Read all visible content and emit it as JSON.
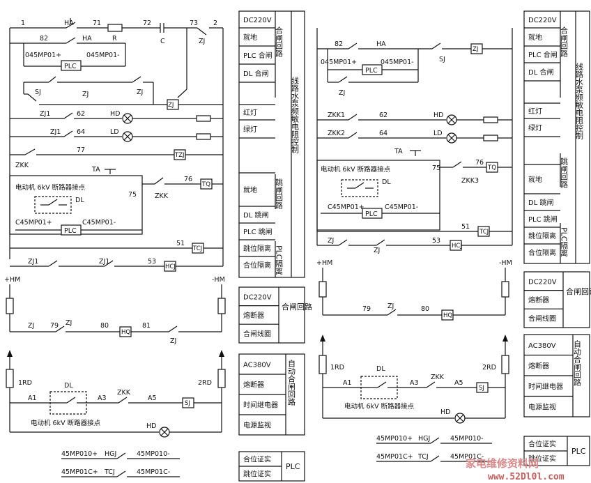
{
  "left": {
    "labels": {
      "n1": "1",
      "ha1": "HA",
      "n71": "71",
      "n72": "72",
      "n73": "73",
      "n2": "2",
      "n82": "82",
      "ha2": "HA",
      "r": "R",
      "c": "C",
      "zj_top": "ZJ",
      "plc_in_p": "045MP01+",
      "plc_in_m": "045MP01-",
      "plc": "PLC",
      "sj": "SJ",
      "zj_a": "ZJ",
      "zj_b": "ZJ",
      "zj_coil": "ZJ",
      "zj1_a": "ZJ1",
      "n62": "62",
      "hd": "HD",
      "zj1_b": "ZJ1",
      "n64": "64",
      "ld": "LD",
      "n77": "77",
      "zkk": "ZKK",
      "tzj": "TZJ",
      "ta": "TA",
      "motor": "电动机 6kV 断路器接点",
      "n75": "75",
      "n76": "76",
      "zkk2": "ZKK",
      "tq": "TQ",
      "dl": "DL",
      "c45p": "C45MP01+",
      "c45m": "C45MP01-",
      "plc2": "PLC",
      "n51": "51",
      "tcj": "TCJ",
      "zj1_c": "ZJ1",
      "zj1_d": "ZJ1",
      "n53": "53",
      "hcj": "HCJ",
      "phm": "+HM",
      "mhm": "-HM",
      "zj79": "ZJ",
      "n79": "79",
      "zj_80": "ZJ",
      "n80": "80",
      "hq": "HQ",
      "n81": "81",
      "zj81": "ZJ",
      "rd1": "1RD",
      "rd2": "2RD",
      "a1": "A1",
      "dl2": "DL",
      "a3": "A3",
      "zkk3": "ZKK",
      "a5": "A5",
      "sj_coil": "SJ",
      "motor2": "电动机 6kV 断路器接点",
      "hd2": "HD",
      "hgj_in": "45MP010+",
      "hgj": "HGJ",
      "hgj_out": "45MP010-",
      "tcj_in": "45MP01C+",
      "tcj_name": "TCJ",
      "tcj_out": "45MP01C-"
    },
    "tables": {
      "main_rows": [
        "DC220V",
        "就地",
        "PLC 合闸",
        "DL 合闸",
        "",
        "红灯",
        "绿灯",
        "",
        "就地",
        "DL 跳闸",
        "PLC 跳闸",
        "跳位隔离",
        "合位隔离"
      ],
      "main_close_group": "合闸回路",
      "main_trip_group": "跳闸回路",
      "main_plc_group": "PLC隔离",
      "main_side": "线路水泵频敏电阻控制",
      "hm_rows": [
        "DC220V",
        "熔断器",
        "合闸线圈"
      ],
      "hm_group": "合闸回路",
      "ac_rows": [
        "AC380V",
        "熔断器",
        "时间继电器",
        "电源监视"
      ],
      "ac_group": "自动合闸回路",
      "plc_rows": [
        "合位证实",
        "跳位证实"
      ],
      "plc_group": "PLC"
    }
  },
  "right": {
    "labels": {
      "n82": "82",
      "ha": "HA",
      "zj_coil": "ZJ",
      "plc_in_p": "045MP01+",
      "plc_in_m": "045MP01-",
      "plc": "PLC",
      "sj": "SJ",
      "zj": "ZJ",
      "zkk1": "ZKK1",
      "n62": "62",
      "hd": "HD",
      "zkk2": "ZKK2",
      "n64": "64",
      "ld": "LD",
      "ta": "TA",
      "motor": "电动机 6kV 断路器接点",
      "n75": "75",
      "n76": "76",
      "zkk3": "ZKK3",
      "tq": "TQ",
      "dl": "DL",
      "c45p": "C45MP01+",
      "c45m": "C45MP01-",
      "plc2": "PLC",
      "n51": "51",
      "tcj": "TCJ",
      "zj_a": "ZJ",
      "zj_b": "ZJ",
      "n53": "53",
      "hcj": "HCJ",
      "phm": "+HM",
      "mhm": "-HM",
      "n79": "79",
      "zj_80": "ZJ",
      "n80": "80",
      "hq": "HQ",
      "rd1": "1RD",
      "rd2": "2RD",
      "a1": "A1",
      "dl2": "DL",
      "a3": "A3",
      "zkk4": "ZKK",
      "a5": "A5",
      "sj_coil": "SJ",
      "motor2": "电动机 6kV 断路器接点",
      "hd2": "HD",
      "hgj_in": "45MP010+",
      "hgj": "HGJ",
      "hgj_out": "45MP010-",
      "tcj_in": "45MP01C+",
      "tcj_name": "TCJ",
      "tcj_out": "45MP01C-"
    },
    "tables": {
      "main_rows": [
        "DC220V",
        "就地",
        "PLC 合闸",
        "DL 合闸",
        "",
        "红灯",
        "绿灯",
        "",
        "就地",
        "DL 跳闸",
        "PLC 跳闸",
        "跳位隔离",
        "合位隔离"
      ],
      "main_close_group": "合闸回路",
      "main_trip_group": "跳闸回路",
      "main_plc_group": "PLC隔离",
      "main_side": "线路水泵频敏电阻控制",
      "hm_rows": [
        "DC220V",
        "熔断器",
        "合闸线圈"
      ],
      "hm_group": "合闸回路",
      "ac_rows": [
        "AC380V",
        "熔断器",
        "时间继电器",
        "电源监视"
      ],
      "ac_group": "自动合闸回路",
      "plc_rows": [
        "合位证实",
        "跳位证实"
      ],
      "plc_group": "PLC"
    }
  },
  "watermark": {
    "text": "家电维修资料网",
    "url": "www.52Dl0l.com"
  }
}
